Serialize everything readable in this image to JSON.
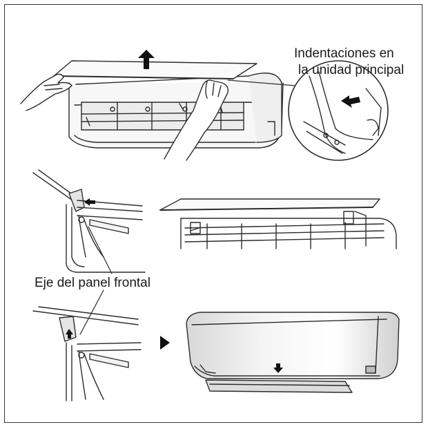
{
  "labels": {
    "indentations_line1": "Indentaciones en",
    "indentations_line2": "la unidad principal",
    "front_panel_axis": "Eje del panel frontal"
  },
  "colors": {
    "line": "#2b2b2b",
    "fill_light": "#f3f3f3",
    "fill_mid": "#e4e4e4",
    "fill_dark": "#bdbdbd",
    "arrow": "#111111"
  },
  "icons": [
    "up-arrow-icon",
    "left-arrow-icon",
    "play-arrow-icon",
    "small-down-arrow-icon"
  ]
}
